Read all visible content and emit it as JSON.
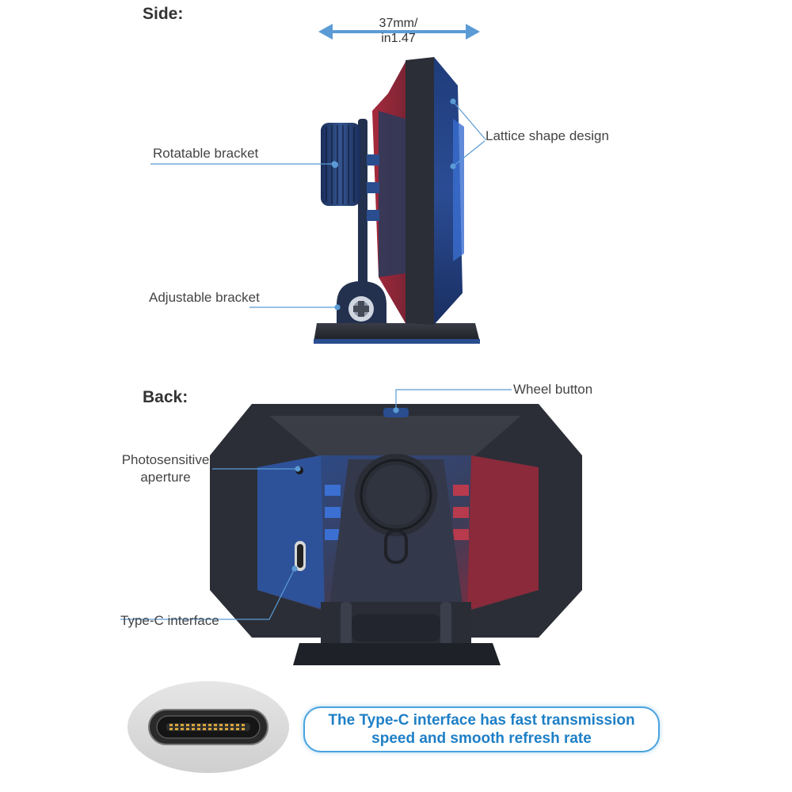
{
  "side_section": {
    "heading": "Side:",
    "dimension_line1": "37mm/",
    "dimension_line2": "in1.47",
    "labels": {
      "rotatable_bracket": "Rotatable bracket",
      "lattice_shape_design": "Lattice shape design",
      "adjustable_bracket": "Adjustable bracket"
    }
  },
  "back_section": {
    "heading": "Back:",
    "labels": {
      "wheel_button": "Wheel button",
      "photosensitive_line1": "Photosensitive",
      "photosensitive_line2": "aperture",
      "type_c_interface": "Type-C interface"
    }
  },
  "feature_callout": {
    "line1": "The Type-C interface has fast transmission",
    "line2": "speed and smooth refresh rate"
  },
  "colors": {
    "accent_blue": "#4aa3df",
    "callout_text": "#1e7fc6",
    "device_blue": "#2a4d8f",
    "device_red": "#8a2a3a",
    "device_dark": "#2b2e36"
  }
}
